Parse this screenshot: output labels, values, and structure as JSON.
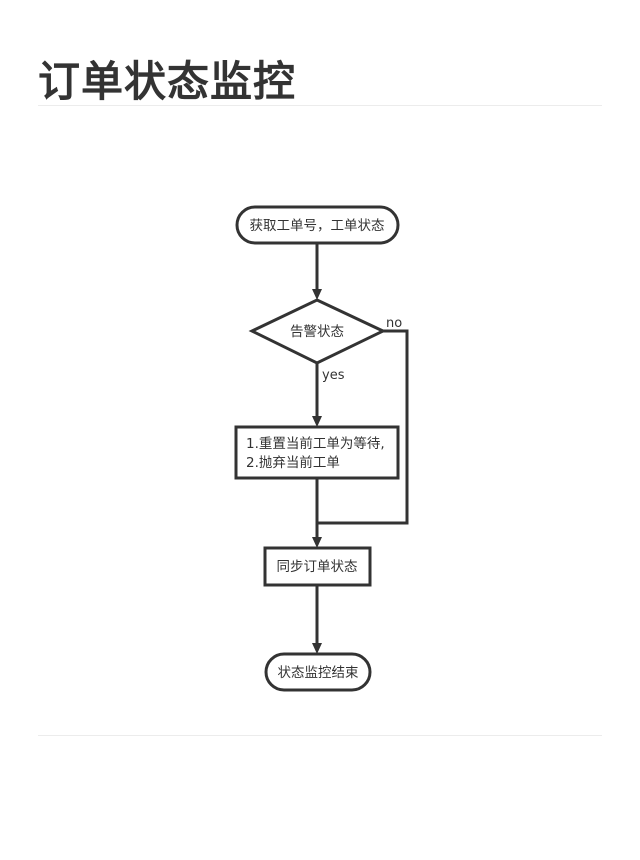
{
  "title": "订单状态监控",
  "flowchart": {
    "nodes": {
      "start": "获取工单号，工单状态",
      "decision": "告警状态",
      "process_line1": "1.重置当前工单为等待,",
      "process_line2": "2.抛弃当前工单",
      "sync": "同步订单状态",
      "end": "状态监控结束"
    },
    "edges": {
      "yes_label": "yes",
      "no_label": "no"
    }
  }
}
